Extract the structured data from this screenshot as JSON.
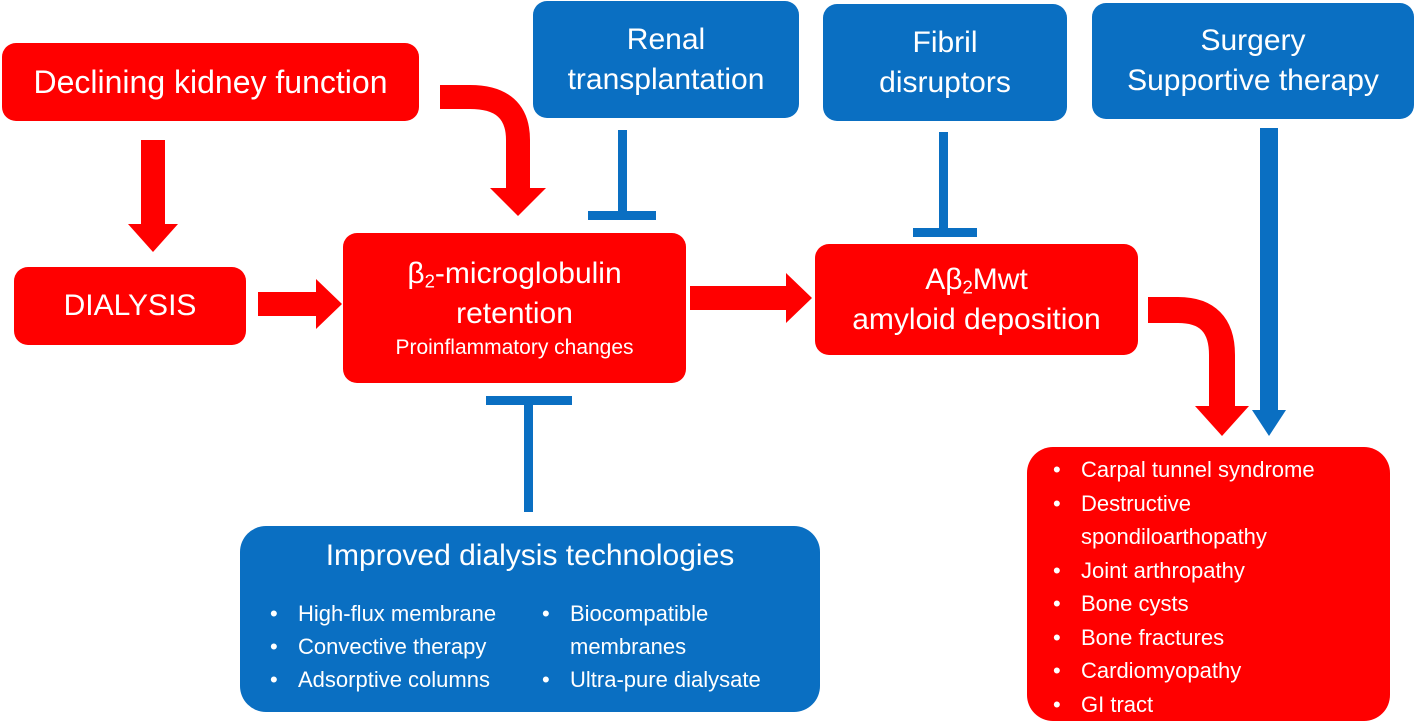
{
  "boxes": {
    "kidney": "Declining kidney function",
    "dialysis": "DIALYSIS",
    "b2m_pre": "β",
    "b2m_sub": "2",
    "b2m_post": "-microglobulin",
    "retention": "retention",
    "proinflammatory": "Proinflammatory changes",
    "amyloid_pre": "Aβ",
    "amyloid_sub": "2",
    "amyloid_post": "Mwt",
    "amyloid_line2": "amyloid deposition",
    "renal_line1": "Renal",
    "renal_line2": "transplantation",
    "fibril_line1": "Fibril",
    "fibril_line2": "disruptors",
    "surgery_line1": "Surgery",
    "surgery_line2": "Supportive therapy"
  },
  "technologies": {
    "title": "Improved dialysis technologies",
    "left": [
      "High-flux membrane",
      "Convective therapy",
      "Adsorptive columns"
    ],
    "right": [
      "Biocompatible",
      "membranes",
      "Ultra-pure dialysate"
    ]
  },
  "complications": [
    "Carpal tunnel syndrome",
    "Destructive",
    "spondiloarthopathy",
    "Joint arthropathy",
    "Bone cysts",
    "Bone fractures",
    "Cardiomyopathy",
    "GI tract"
  ],
  "colors": {
    "promote": "#ff0000",
    "inhibit": "#0a6fc2"
  }
}
